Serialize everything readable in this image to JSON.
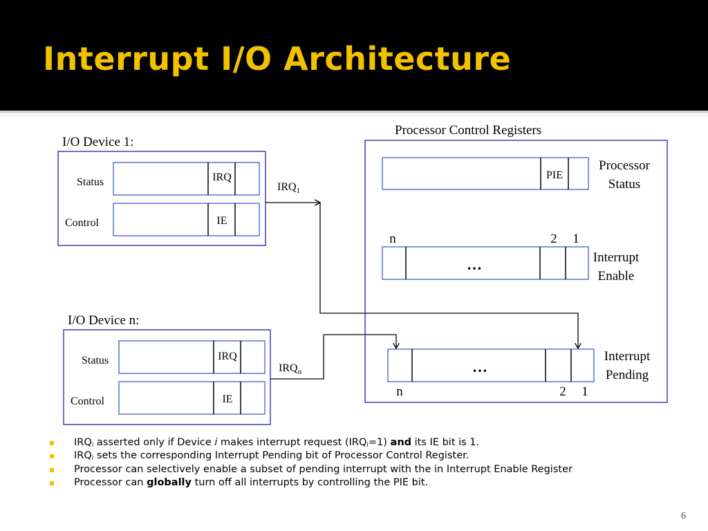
{
  "slide": {
    "title": "Interrupt I/O Architecture",
    "page_number": "6"
  },
  "colors": {
    "header_bg": "#000000",
    "title": "#f2c200",
    "box_border": "#3d3dbd",
    "register_border": "#5b74c8",
    "bullet": "#f2c200"
  },
  "diagram": {
    "device1": {
      "title": "I/O Device 1:",
      "status_label": "Status",
      "control_label": "Control",
      "irq_field": "IRQ",
      "ie_field": "IE",
      "signal_label": "IRQ",
      "signal_sub": "1"
    },
    "devicen": {
      "title": "I/O Device n:",
      "status_label": "Status",
      "control_label": "Control",
      "irq_field": "IRQ",
      "ie_field": "IE",
      "signal_label": "IRQ",
      "signal_sub": "n"
    },
    "processor": {
      "title": "Processor Control Registers",
      "pie_field": "PIE",
      "status_label_line1": "Processor",
      "status_label_line2": "Status",
      "enable_label_line1": "Interrupt",
      "enable_label_line2": "Enable",
      "pending_label_line1": "Interrupt",
      "pending_label_line2": "Pending",
      "bit_n": "n",
      "bit_2": "2",
      "bit_1": "1",
      "ellipsis": "…"
    }
  },
  "bullets": {
    "b1": {
      "p1": "IRQ",
      "s1": "i",
      "p2": " asserted only if Device ",
      "i1": "i",
      "p3": " makes interrupt request (IRQ",
      "s2": "i",
      "p4": "=1) ",
      "bold": "and",
      "p5": " its IE bit is 1."
    },
    "b2": {
      "p1": "IRQ",
      "s1": "i",
      "p2": " sets the corresponding Interrupt Pending bit of Processor Control Register."
    },
    "b3": {
      "text": "Processor can selectively enable a subset of pending interrupt with the in Interrupt Enable Register"
    },
    "b4": {
      "p1": "Processor can ",
      "bold": "globally",
      "p2": " turn off all interrupts by controlling the PIE bit."
    }
  }
}
